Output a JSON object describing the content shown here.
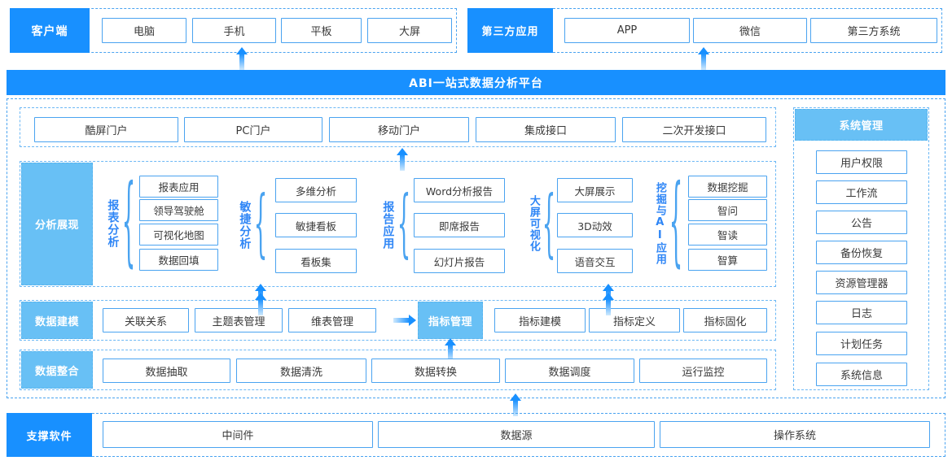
{
  "title": "ABI一站式数据分析平台架构图",
  "colors": {
    "primary": "#1890ff",
    "light_blue": "#68c0f5",
    "border_blue": "#4aa3f0",
    "label_blue": "#2f86f6"
  },
  "top_row": {
    "client": {
      "label": "客户端",
      "items": [
        "电脑",
        "手机",
        "平板",
        "大屏"
      ]
    },
    "third_party": {
      "label": "第三方应用",
      "items": [
        "APP",
        "微信",
        "第三方系统"
      ]
    }
  },
  "platform_bar": {
    "title": "ABI一站式数据分析平台"
  },
  "portal_row": {
    "items": [
      "酷屏门户",
      "PC门户",
      "移动门户",
      "集成接口",
      "二次开发接口"
    ]
  },
  "analysis": {
    "label": "分析展现",
    "groups": [
      {
        "label": "报表分析",
        "items": [
          "报表应用",
          "领导驾驶舱",
          "可视化地图",
          "数据回填"
        ]
      },
      {
        "label": "敏捷分析",
        "items": [
          "多维分析",
          "敏捷看板",
          "看板集"
        ]
      },
      {
        "label": "报告应用",
        "items": [
          "Word分析报告",
          "即席报告",
          "幻灯片报告"
        ]
      },
      {
        "label": "大屏可视化",
        "items": [
          "大屏展示",
          "3D动效",
          "语音交互"
        ]
      },
      {
        "label": "挖掘与AI应用",
        "items": [
          "数据挖掘",
          "智问",
          "智读",
          "智算"
        ]
      }
    ]
  },
  "modeling": {
    "label": "数据建模",
    "items": [
      "关联关系",
      "主题表管理",
      "维表管理"
    ],
    "metric_label": "指标管理",
    "metric_items": [
      "指标建模",
      "指标定义",
      "指标固化"
    ]
  },
  "integration": {
    "label": "数据整合",
    "items": [
      "数据抽取",
      "数据清洗",
      "数据转换",
      "数据调度",
      "运行监控"
    ]
  },
  "system_mgmt": {
    "label": "系统管理",
    "items": [
      "用户权限",
      "工作流",
      "公告",
      "备份恢复",
      "资源管理器",
      "日志",
      "计划任务",
      "系统信息"
    ]
  },
  "support": {
    "label": "支撑软件",
    "items": [
      "中间件",
      "数据源",
      "操作系统"
    ]
  }
}
